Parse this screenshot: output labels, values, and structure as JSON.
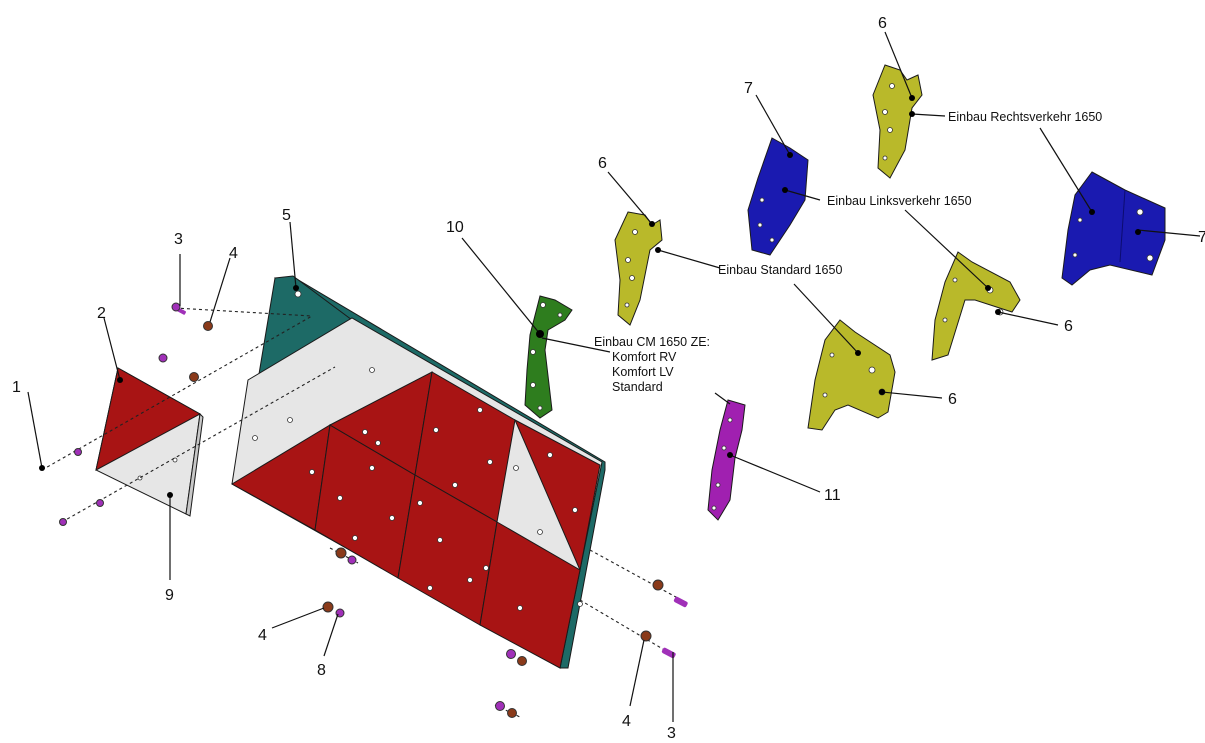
{
  "colors": {
    "plate_red": "#a81414",
    "plate_white": "#e6e6e6",
    "plate_teal": "#1d6a66",
    "bracket_yellow": "#b9b92a",
    "bracket_blue": "#1a1ab0",
    "bracket_green": "#2e7d1e",
    "bracket_purple": "#a020b0",
    "screw_purple": "#a030b8",
    "washer_brown": "#8a3a1a"
  },
  "callouts": {
    "n1": "1",
    "n2": "2",
    "n3_top": "3",
    "n3_bottom": "3",
    "n4_top": "4",
    "n4_left": "4",
    "n4_bottom": "4",
    "n5": "5",
    "n6_a": "6",
    "n6_b": "6",
    "n6_c": "6",
    "n6_d": "6",
    "n7_a": "7",
    "n7_b": "7",
    "n8": "8",
    "n9": "9",
    "n10": "10",
    "n11": "11"
  },
  "labels": {
    "rechts": "Einbau Rechtsverkehr 1650",
    "links": "Einbau Linksverkehr 1650",
    "standard": "Einbau Standard 1650",
    "cm_1": "Einbau CM 1650 ZE:",
    "cm_2": "Komfort RV",
    "cm_3": "Komfort LV",
    "cm_4": "Standard"
  }
}
